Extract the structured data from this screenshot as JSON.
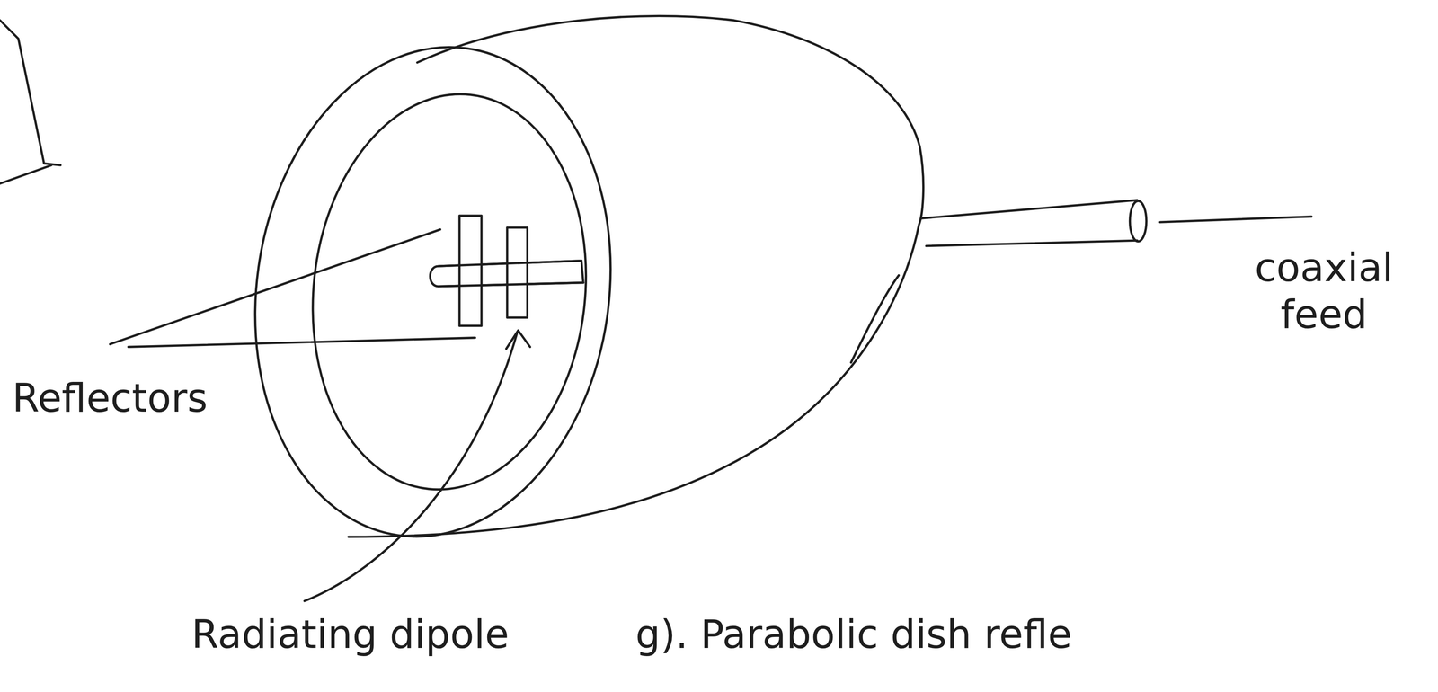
{
  "diagram": {
    "caption": "g). Parabolic dish refle",
    "labels": [
      "Reflectors",
      "Radiating dipole",
      "coaxial feed"
    ]
  }
}
